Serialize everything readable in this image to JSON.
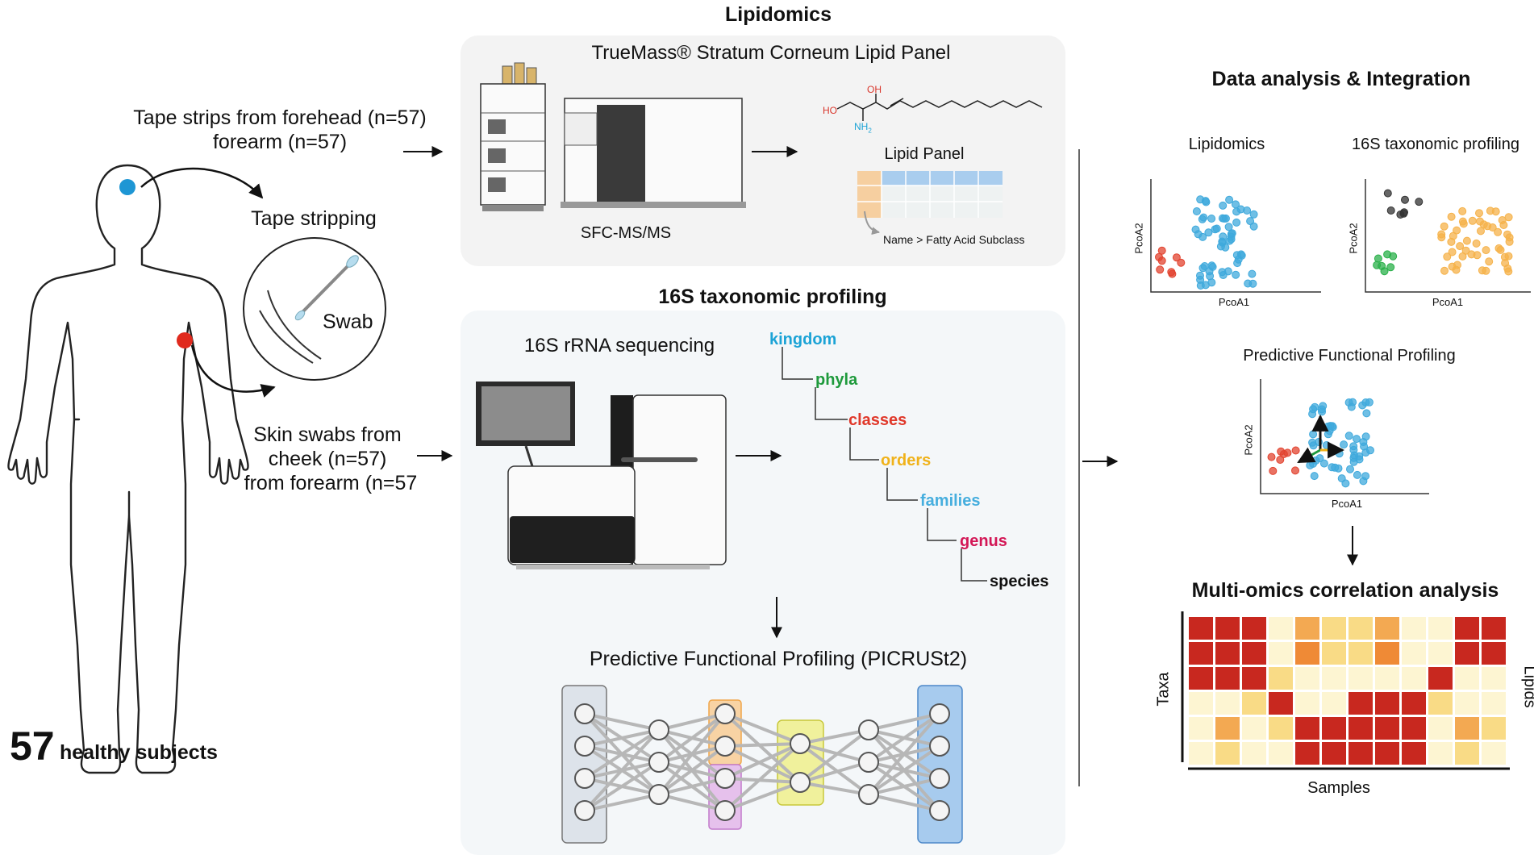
{
  "subject": {
    "count": "57",
    "label": "healthy subjects",
    "tape_line1": "Tape strips from forehead (n=57)",
    "tape_line2": "forearm (n=57)",
    "tape_stripping": "Tape stripping",
    "swab": "Swab",
    "swab_line1": "Skin swabs from",
    "swab_line2": "cheek (n=57)",
    "swab_line3": "from forearm (n=57"
  },
  "lipidomics": {
    "title": "Lipidomics",
    "panel_title": "TrueMass® Stratum Corneum Lipid Panel",
    "instrument": "SFC-MS/MS",
    "lipid_panel": "Lipid Panel",
    "subclass_note": "Name > Fatty Acid Subclass",
    "chem_oh": "OH",
    "chem_ho": "HO",
    "chem_nh2": "NH",
    "chem_nh2_sub": "2"
  },
  "taxonomy": {
    "title": "16S taxonomic profiling",
    "sequencing": "16S rRNA sequencing",
    "levels": [
      {
        "label": "kingdom",
        "color": "#1ba3d6"
      },
      {
        "label": "phyla",
        "color": "#1e9a3c"
      },
      {
        "label": "classes",
        "color": "#e0382a"
      },
      {
        "label": "orders",
        "color": "#f0b21a"
      },
      {
        "label": "families",
        "color": "#46aede"
      },
      {
        "label": "genus",
        "color": "#d31756"
      },
      {
        "label": "species",
        "color": "#111111"
      }
    ],
    "functional": "Predictive Functional Profiling (PICRUSt2)"
  },
  "analysis": {
    "title": "Data analysis & Integration",
    "pcoa_lipid_title": "Lipidomics",
    "pcoa_16s_title": "16S taxonomic profiling",
    "pcoa_func_title": "Predictive Functional Profiling",
    "pcoa_x": "PcoA1",
    "pcoa_y": "PcoA2",
    "multiomics_title": "Multi-omics correlation analysis",
    "heat_x": "Samples",
    "heat_y_left": "Taxa",
    "heat_y_right": "Lipids"
  },
  "colors": {
    "blue_dot": "#3fa9dc",
    "red_dot": "#e2432f",
    "forehead_marker": "#1e96d4",
    "forearm_marker": "#e02a1e",
    "panel_bg": "#f3f3f3",
    "tax_panel_bg": "#f4f7f9"
  },
  "heatmap": [
    [
      5,
      5,
      5,
      1,
      3,
      2,
      2,
      3,
      1,
      1,
      5,
      5
    ],
    [
      5,
      5,
      5,
      1,
      4,
      2,
      2,
      4,
      1,
      1,
      5,
      5
    ],
    [
      5,
      5,
      5,
      2,
      1,
      1,
      1,
      1,
      1,
      5,
      1,
      1
    ],
    [
      1,
      1,
      2,
      5,
      1,
      1,
      5,
      5,
      5,
      2,
      1,
      1
    ],
    [
      1,
      3,
      1,
      2,
      5,
      5,
      5,
      5,
      5,
      1,
      3,
      2
    ],
    [
      1,
      2,
      1,
      1,
      5,
      5,
      5,
      5,
      5,
      1,
      2,
      1
    ]
  ]
}
